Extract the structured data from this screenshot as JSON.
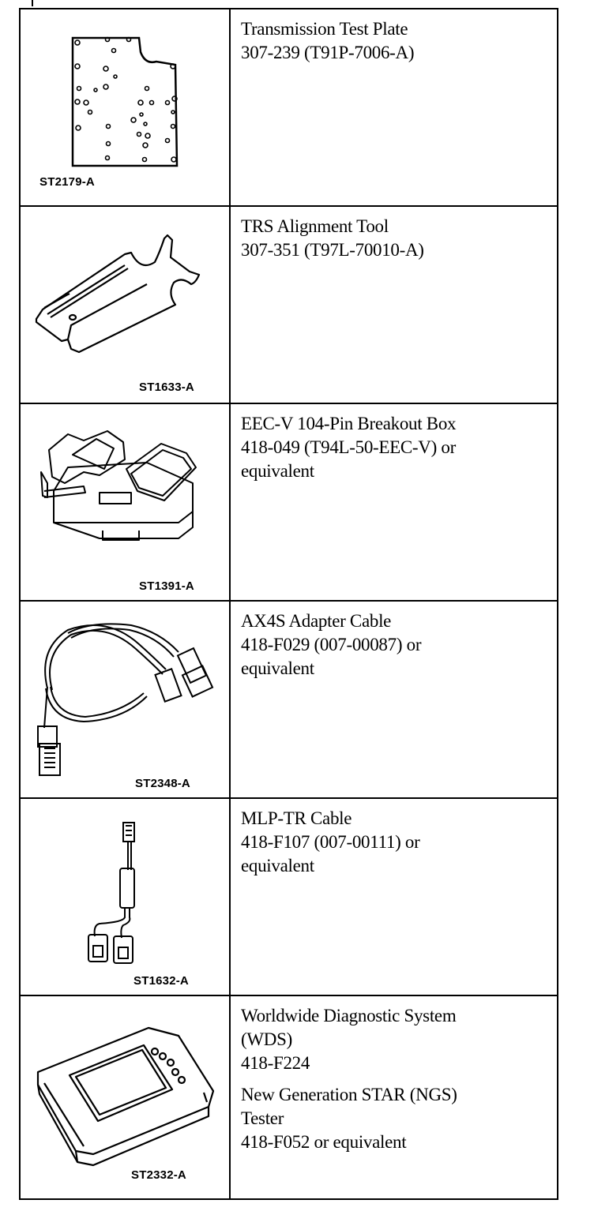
{
  "tools": [
    {
      "figure_code": "ST2179-A",
      "icon": "transmission-test-plate-icon",
      "name": "Transmission Test Plate",
      "lines": [
        "307-239 (T91P-7006-A)"
      ]
    },
    {
      "figure_code": "ST1633-A",
      "icon": "trs-alignment-tool-icon",
      "name": "TRS Alignment Tool",
      "lines": [
        "307-351 (T97L-70010-A)"
      ]
    },
    {
      "figure_code": "ST1391-A",
      "icon": "breakout-box-icon",
      "name": "EEC-V 104-Pin Breakout Box",
      "lines": [
        "418-049 (T94L-50-EEC-V) or",
        "equivalent"
      ]
    },
    {
      "figure_code": "ST2348-A",
      "icon": "adapter-cable-icon",
      "name": "AX4S Adapter Cable",
      "lines": [
        "418-F029 (007-00087) or",
        "equivalent"
      ]
    },
    {
      "figure_code": "ST1632-A",
      "icon": "mlp-tr-cable-icon",
      "name": "MLP-TR Cable",
      "lines": [
        "418-F107 (007-00111) or",
        "equivalent"
      ]
    },
    {
      "figure_code": "ST2332-A",
      "icon": "diagnostic-tester-icon",
      "name": "Worldwide Diagnostic System",
      "lines": [
        "(WDS)",
        "418-F224"
      ],
      "name2": "New Generation STAR (NGS)",
      "lines2": [
        "Tester",
        "418-F052 or equivalent"
      ]
    }
  ]
}
